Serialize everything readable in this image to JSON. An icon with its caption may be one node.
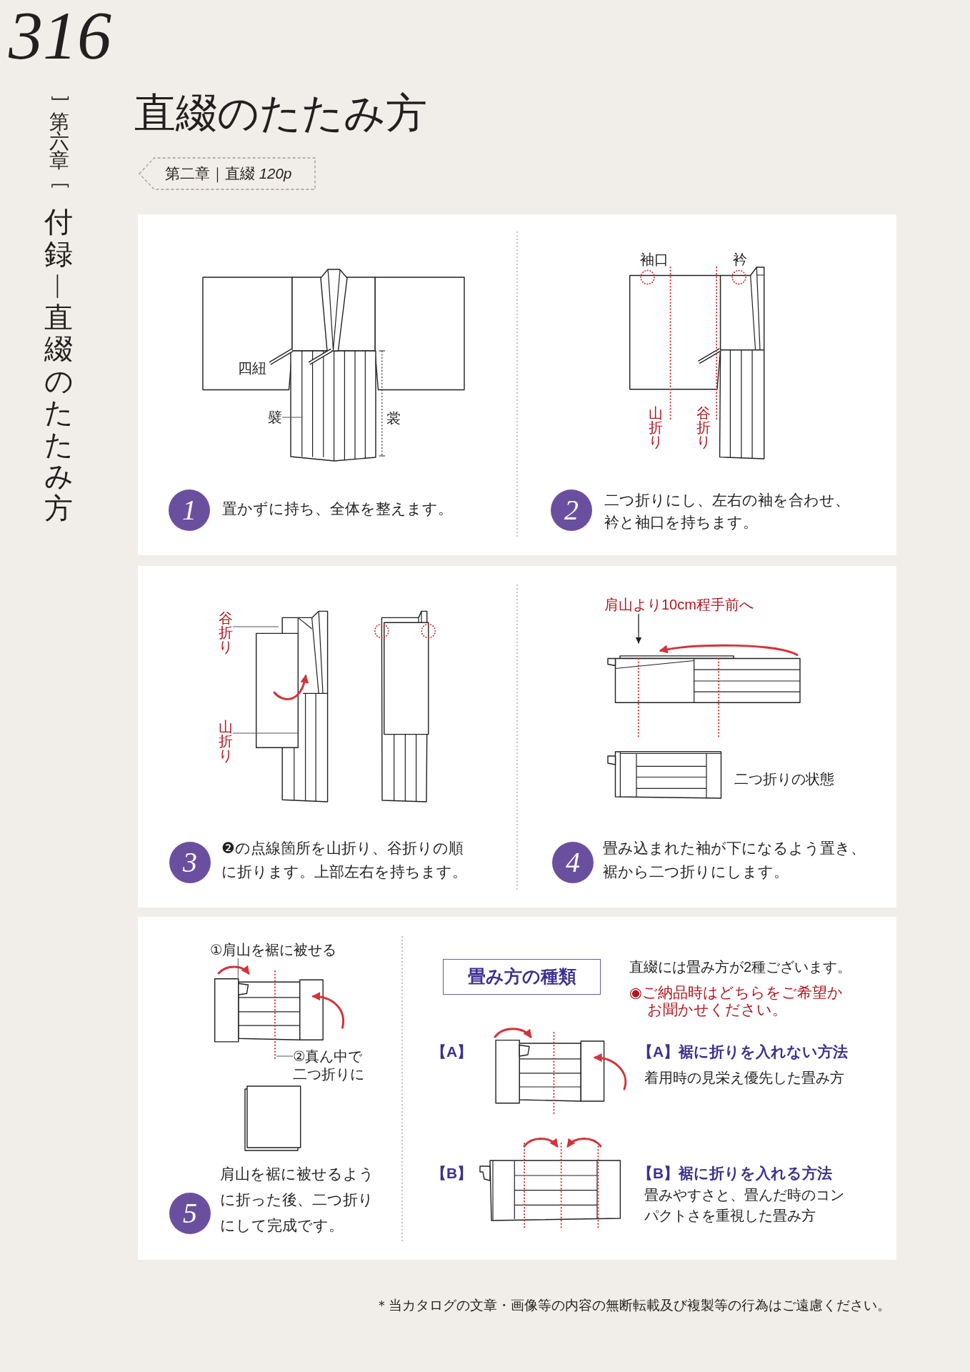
{
  "diagram": {
    "title": "直綴のたたみ方",
    "nodes": [
      {
        "text": [
          "第二章｜直綴 *120p*"
        ]
      },
      {
        "text": [],
        "shape": "box"
      },
      {
        "text": [
          "襞"
        ],
        "in": 1
      },
      {
        "text": [
          "1"
        ],
        "in": 1,
        "beside": [
          "置かずに持ち、全体を整えます。"
        ]
      },
      {
        "text": [
          "2"
        ],
        "in": 1,
        "beside": [
          "二つ折りにし、左右の袖を合わせ、衿と袖口を持ちます。"
        ]
      },
      {
        "text": [],
        "shape": "box"
      },
      {
        "text": [
          "谷折り"
        ],
        "in": 5
      },
      {
        "text": [
          "山折り"
        ],
        "in": 5
      },
      {
        "text": [
          "肩山より10cm程手前へ"
        ],
        "in": 5
      },
      {
        "text": [],
        "shape": "picture",
        "in": 5
      },
      {
        "text": [
          "3"
        ],
        "in": 5,
        "beside": [
          "❷の点線箇所を山折り、谷折りの順に折ります。上部左右を持ちます。"
        ]
      },
      {
        "text": [
          "4"
        ],
        "in": 5,
        "beside": [
          "畳み込まれた袖が下になるよう置き、裾から二つ折りにします。"
        ]
      },
      {
        "text": [],
        "shape": "box"
      },
      {
        "text": [
          "①肩山を裾に被せる"
        ],
        "in": 12
      },
      {
        "text": [],
        "shape": "picture",
        "in": 12
      },
      {
        "text": [],
        "shape": "line",
        "in": 12
      },
      {
        "text": [
          "②真ん中で二つ折りに"
        ],
        "in": 12
      },
      {
        "text": [
          "5"
        ],
        "in": 12,
        "beside": [
          "肩山を裾に被せるように折った後、二つ折りにして完成です。"
        ]
      },
      {
        "text": [
          "畳み方の種類"
        ],
        "in": 12
      }
    ],
    "edges": [
      {
        "from": 2,
        "to": null,
        "arrow": "none"
      },
      {
        "from": 6,
        "to": null,
        "arrow": "none"
      },
      {
        "from": 7,
        "to": null,
        "arrow": "none"
      },
      {
        "from": 8,
        "to": 9,
        "arrow": "to"
      },
      {
        "from": 13,
        "to": 14,
        "arrow": "none"
      },
      {
        "from": 16,
        "to": 15,
        "arrow": "none"
      }
    ],
    "labels": [
      "316",
      "﹇第六章﹈",
      "付録︱直綴のたたみ方",
      "四紐",
      "裳",
      "袖口",
      "衿",
      "山折り",
      "谷折り",
      "二つ折りの状態",
      "直綴には畳み方が2種ございます。",
      "◉ご納品時はどちらをご希望かお聞かせください。",
      "【A】",
      "【A】裾に折りを入れない方法",
      "着用時の見栄え優先した畳み方",
      "【B】",
      "【B】裾に折りを入れる方法",
      "畳みやすさと、畳んだ時のコンパクトさを重視した畳み方",
      "＊当カタログの文章・画像等の内容の無断転載及び複製等の行為はご遠慮ください。"
    ]
  }
}
